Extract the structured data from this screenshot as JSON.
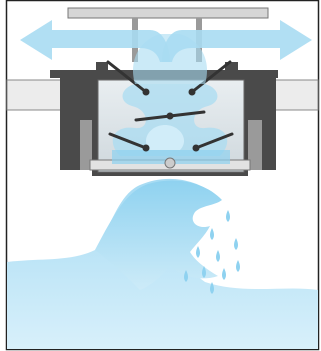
{
  "figure": {
    "subject": "vent-valve-splash-cross-section",
    "colors": {
      "outline": "#222222",
      "housing_dark": "#4a4a4a",
      "housing_mid": "#9a9a9a",
      "housing_light": "#d6d6d6",
      "chamber_fill": "#dfe6ea",
      "air_flow": "#a9dcf2",
      "air_flow_light": "#d4eef9",
      "water": "#8fd2f0",
      "water_light": "#cdebf8",
      "rod": "#333333"
    },
    "icons": {
      "air_arrow_left": "air-flow-left-arrow",
      "air_arrow_right": "air-flow-right-arrow",
      "splash": "water-splash",
      "droplet": "water-droplet"
    }
  }
}
